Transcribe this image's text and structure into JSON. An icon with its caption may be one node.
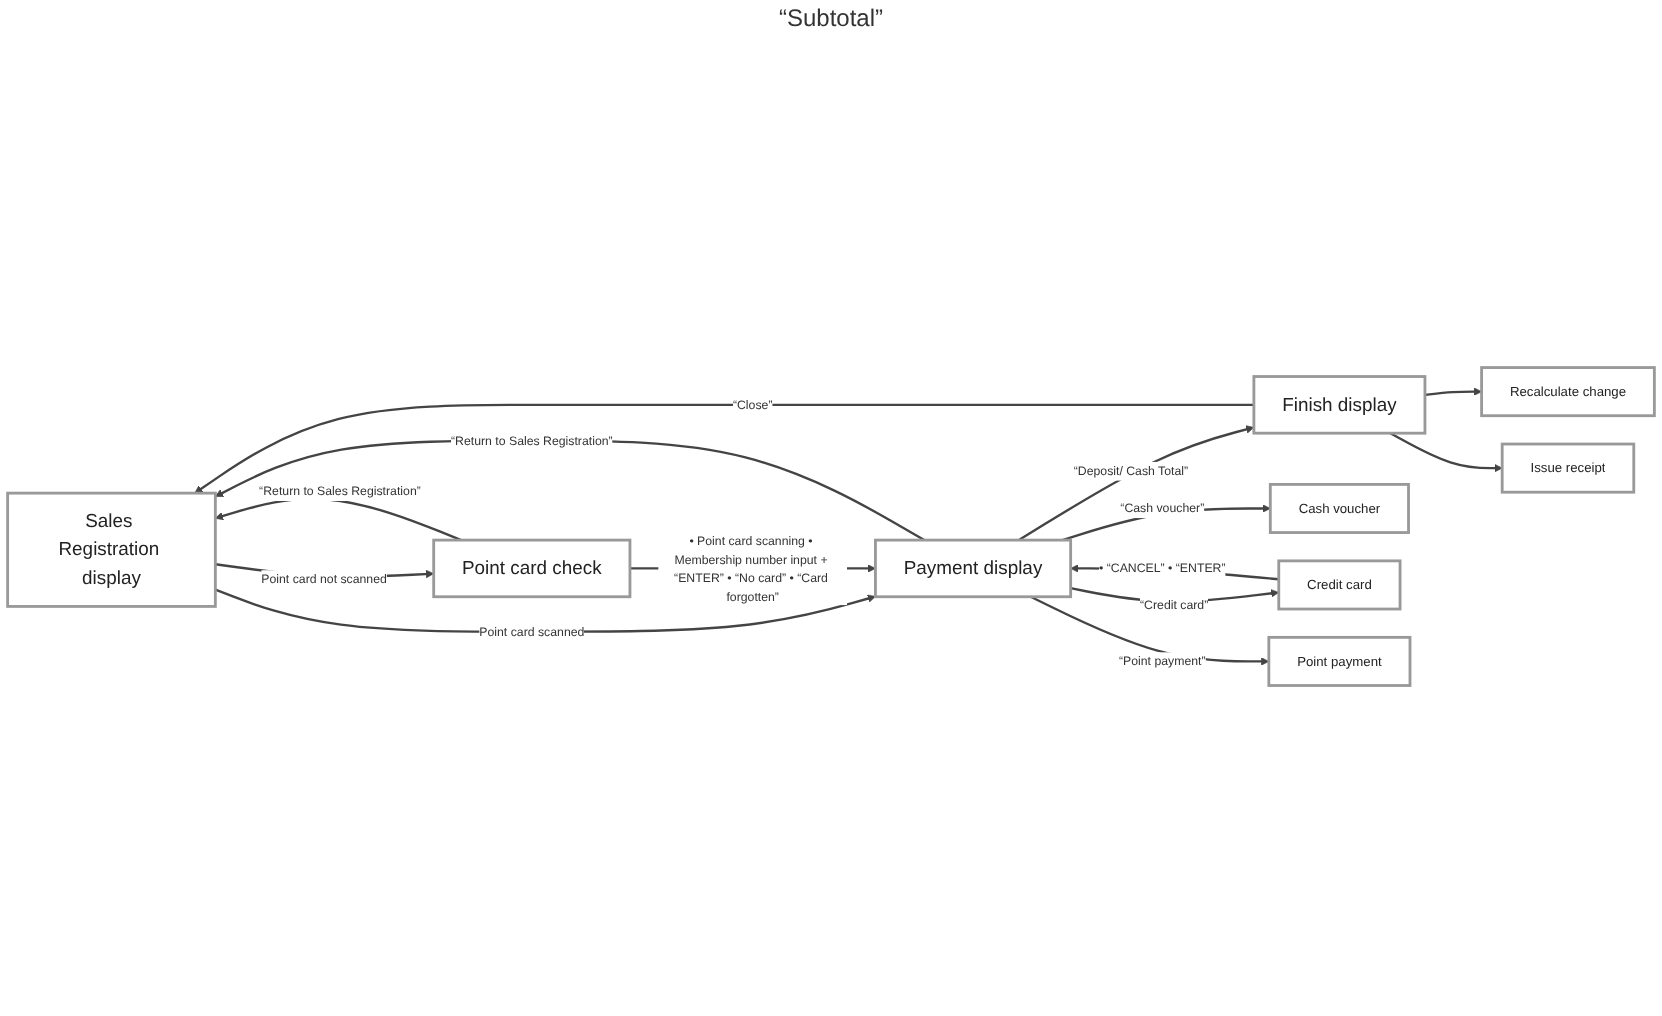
{
  "diagram": {
    "nodes": [
      {
        "text": [
          "Sales Registration display"
        ]
      },
      {
        "text": [
          "Point card check"
        ]
      },
      {
        "text": [
          "Payment display"
        ]
      },
      {
        "text": [
          "Finish display"
        ]
      },
      {
        "text": [
          "Recalculate change"
        ]
      },
      {
        "text": [
          "Issue receipt"
        ]
      },
      {
        "text": [
          "Cash voucher"
        ]
      },
      {
        "text": [
          "Credit card"
        ]
      },
      {
        "text": [
          "Point payment"
        ]
      }
    ],
    "edges": [
      {
        "from": 1,
        "to": 0,
        "arrow": "to",
        "label": "“Return to Sales Registration”"
      },
      {
        "from": 0,
        "to": 1,
        "arrow": "to",
        "label": "Point card not scanned"
      },
      {
        "from": 0,
        "to": 2,
        "arrow": "to",
        "label": "Point card scanned"
      },
      {
        "from": 1,
        "to": 2,
        "arrow": "to",
        "label": "• Point card scanning • Membership number input + “ENTER” • “No card” • “Card forgotten”"
      },
      {
        "from": 2,
        "to": 0,
        "arrow": "to",
        "label": "“Return to Sales Registration”"
      },
      {
        "from": 2,
        "to": 3,
        "arrow": "to",
        "label": "“Deposit/ Cash Total”"
      },
      {
        "from": 3,
        "to": 0,
        "arrow": "to",
        "label": "“Close”"
      },
      {
        "from": 3,
        "to": 4,
        "arrow": "to"
      },
      {
        "from": 3,
        "to": 5,
        "arrow": "to"
      },
      {
        "from": 2,
        "to": 6,
        "arrow": "to",
        "label": "“Cash voucher”"
      },
      {
        "from": 2,
        "to": 7,
        "arrow": "to",
        "label": "“Credit card”"
      },
      {
        "from": 2,
        "to": 8,
        "arrow": "to",
        "label": "“Point payment”"
      },
      {
        "from": 7,
        "to": 2,
        "arrow": "to",
        "label": "• “CANCEL” • “ENTER”"
      }
    ],
    "labels": [
      "“Subtotal”"
    ]
  }
}
